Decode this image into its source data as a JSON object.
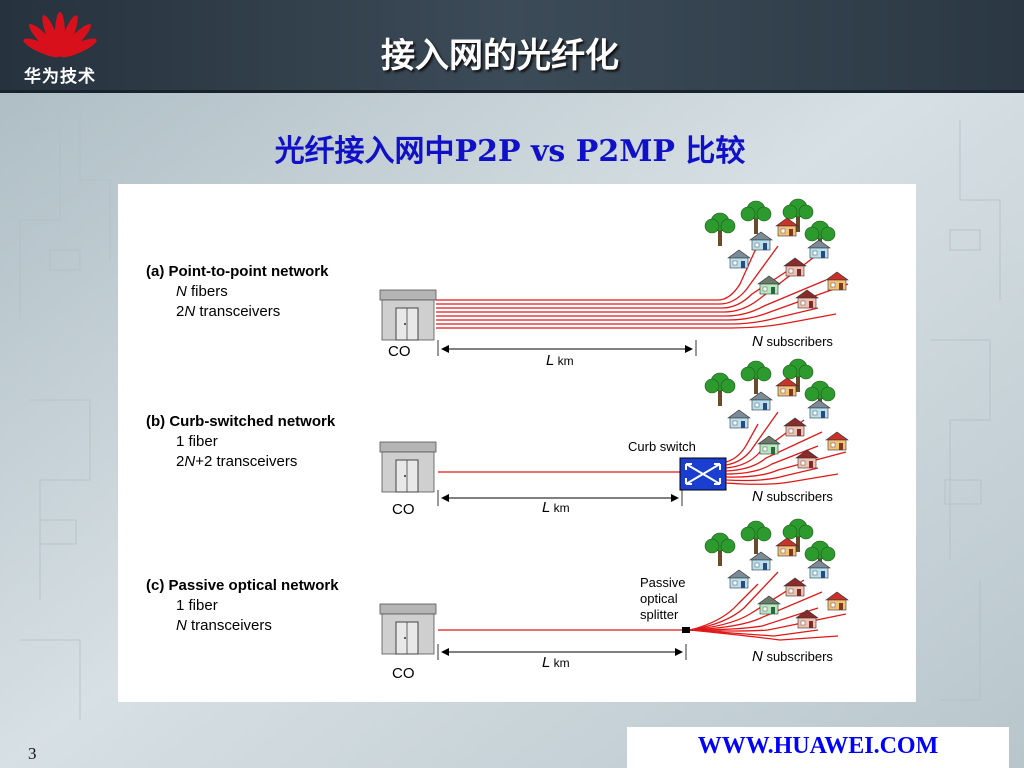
{
  "header": {
    "logo_text": "华为技术",
    "title": "接入网的光纤化"
  },
  "subtitle": "光纤接入网中P2P vs P2MP 比较",
  "panels": [
    {
      "heading": "(a) Point-to-point network",
      "line1_var": "N",
      "line1_rest": " fibers",
      "line2_pre": "2",
      "line2_var": "N",
      "line2_rest": " transceivers",
      "co_label": "CO",
      "distance_var": "L",
      "distance_unit": " km",
      "subs_var": "N",
      "subs_rest": " subscribers"
    },
    {
      "heading": "(b) Curb-switched network",
      "line1_var": "",
      "line1_rest": "1 fiber",
      "line2_pre": "2",
      "line2_var": "N",
      "line2_rest": "+2 transceivers",
      "co_label": "CO",
      "device_label": "Curb switch",
      "distance_var": "L",
      "distance_unit": " km",
      "subs_var": "N",
      "subs_rest": " subscribers"
    },
    {
      "heading": "(c) Passive optical network",
      "line1_var": "",
      "line1_rest": "1 fiber",
      "line2_pre": "",
      "line2_var": "N",
      "line2_rest": " transceivers",
      "co_label": "CO",
      "device_label_lines": [
        "Passive",
        "optical",
        "splitter"
      ],
      "distance_var": "L",
      "distance_unit": " km",
      "subs_var": "N",
      "subs_rest": " subscribers"
    }
  ],
  "footer": {
    "url": "WWW.HUAWEI.COM",
    "page_number": "3"
  },
  "colors": {
    "header_bg": "#2c3a47",
    "title": "#ffffff",
    "subtitle": "#1010c8",
    "fiber": "#e01818",
    "url": "#0000ff",
    "logo": "#d8101c"
  }
}
